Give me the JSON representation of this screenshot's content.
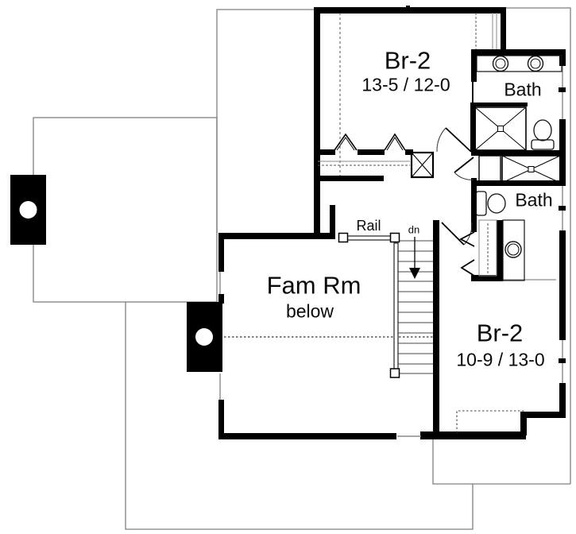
{
  "meta": {
    "type": "architectural-floor-plan",
    "floor": "second-floor",
    "colors": {
      "wall": "#000000",
      "outline": "#7f7f7f",
      "background": "#ffffff"
    }
  },
  "labels": {
    "bedroom_top": {
      "name": "Br-2",
      "dims": "13-5 / 12-0"
    },
    "bath_top": {
      "name": "Bath"
    },
    "bath_mid": {
      "name": "Bath"
    },
    "family_room": {
      "name": "Fam Rm",
      "note": "below"
    },
    "bedroom_bottom": {
      "name": "Br-2",
      "dims": "10-9 / 13-0"
    },
    "stairs": {
      "rail": "Rail",
      "down": "dn"
    }
  }
}
